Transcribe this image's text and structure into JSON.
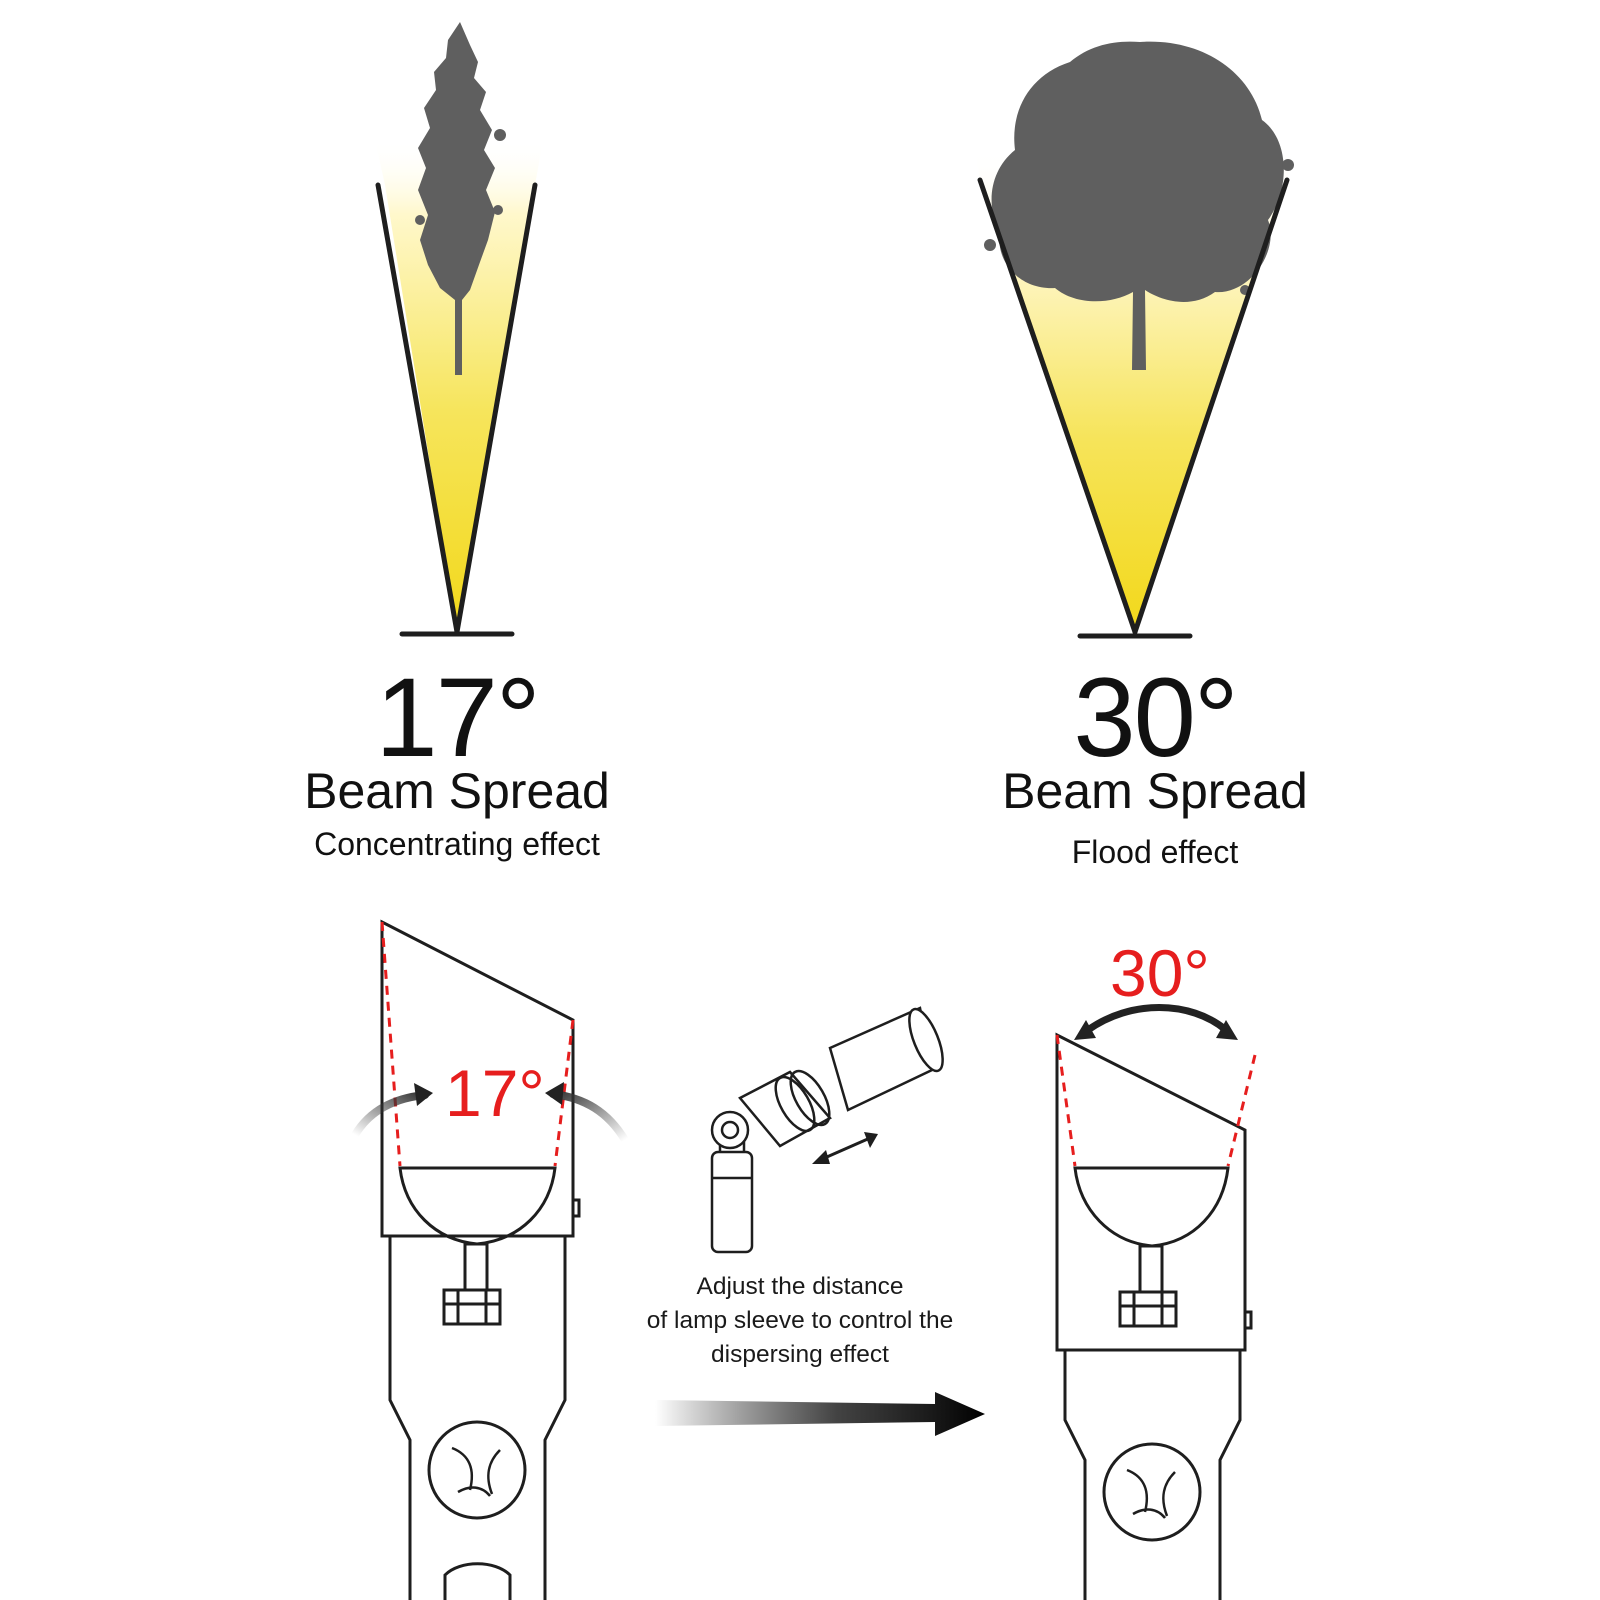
{
  "left": {
    "angle": "17°",
    "title": "Beam Spread",
    "subtitle": "Concentrating effect",
    "diagram_angle": "17°"
  },
  "right": {
    "angle": "30°",
    "title": "Beam Spread",
    "subtitle": "Flood effect",
    "diagram_angle": "30°"
  },
  "center_note": {
    "line1": "Adjust the distance",
    "line2": "of lamp sleeve to control the",
    "line3": "dispersing effect"
  },
  "colors": {
    "beam_yellow": "#f2dc1e",
    "accent_red": "#e61e1e",
    "outline": "#1e1e1e",
    "tree": "#5f5f5f"
  },
  "icons": [
    "narrow-tree-icon",
    "round-tree-icon",
    "spotlight-icon",
    "double-arrow-icon",
    "right-arrow-icon"
  ]
}
